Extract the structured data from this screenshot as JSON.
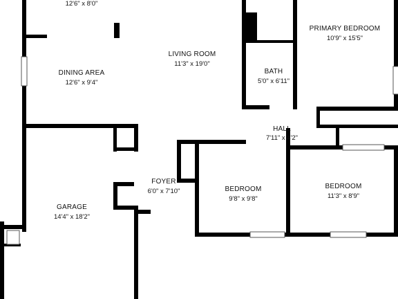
{
  "floorplan": {
    "colors": {
      "wall": "#000000",
      "background": "#ffffff",
      "window": "#ffffff",
      "window_line": "#555555"
    },
    "rooms": {
      "top_room": {
        "name": "",
        "dims": "12'6\" x 8'0\""
      },
      "dining_area": {
        "name": "DINING AREA",
        "dims": "12'6\" x 9'4\""
      },
      "living_room": {
        "name": "LIVING ROOM",
        "dims": "11'3\" x 19'0\""
      },
      "bath": {
        "name": "BATH",
        "dims": "5'0\" x 6'11\""
      },
      "primary_bedroom": {
        "name": "PRIMARY BEDROOM",
        "dims": "10'9\" x 15'5\""
      },
      "hall": {
        "name": "HALL",
        "dims": "7'11\" x 4'2\""
      },
      "foyer": {
        "name": "FOYER",
        "dims": "6'0\" x 7'10\""
      },
      "bedroom_left": {
        "name": "BEDROOM",
        "dims": "9'8\" x 9'8\""
      },
      "bedroom_right": {
        "name": "BEDROOM",
        "dims": "11'3\" x 8'9\""
      },
      "garage": {
        "name": "GARAGE",
        "dims": "14'4\" x 18'2\""
      }
    }
  }
}
